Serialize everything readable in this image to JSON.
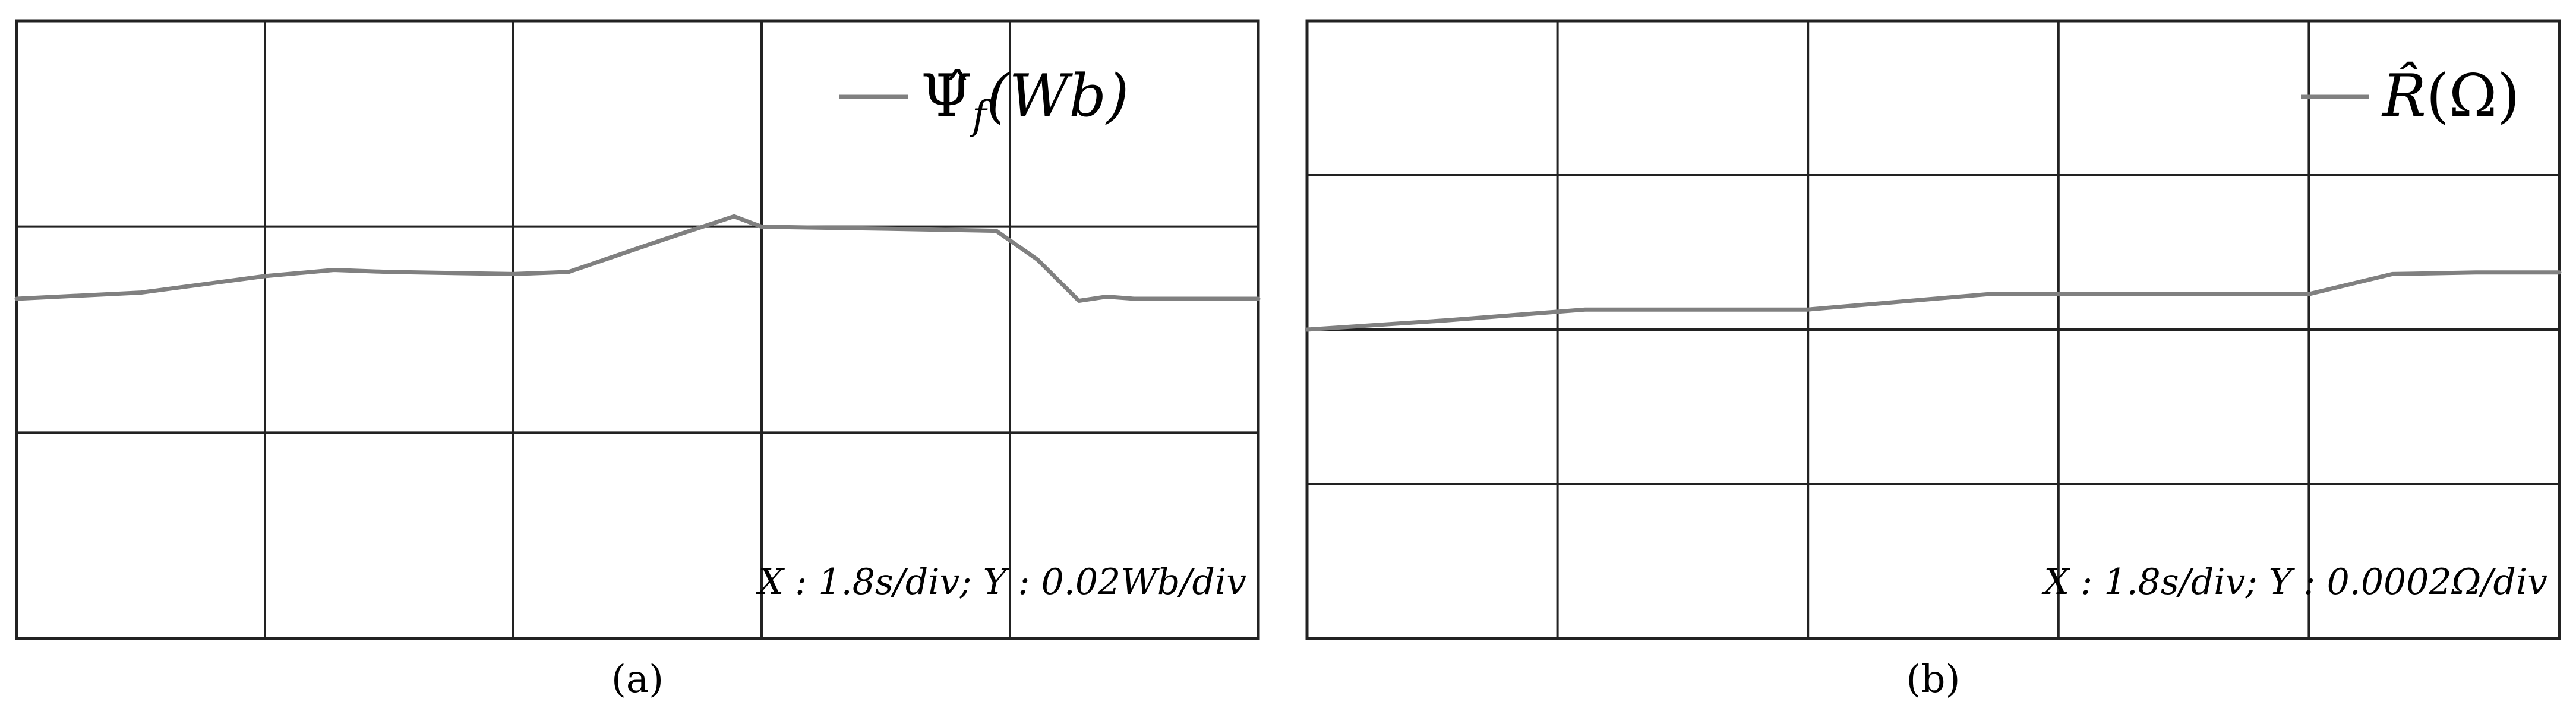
{
  "chart_data": [
    {
      "type": "line",
      "panel_label": "a",
      "legend": {
        "name": "Ψ̂f(Wb)",
        "symbol": "Ψ̂",
        "subscript": "f",
        "unit": "(Wb)",
        "position": "top-right"
      },
      "scale_annotation": "X : 1.8s/div; Y : 0.02Wb/div",
      "grid": true,
      "x_divisions": 5,
      "y_divisions": 3,
      "xlim": [
        0,
        9.0
      ],
      "ylim_div": [
        0,
        3
      ],
      "series": [
        {
          "x": [
            0,
            0.9,
            1.8,
            2.3,
            2.7,
            3.6,
            4.0,
            4.7,
            5.2,
            5.4,
            6.3,
            7.1,
            7.4,
            7.7,
            7.9,
            8.1,
            9.0
          ],
          "y_div": [
            1.65,
            1.68,
            1.76,
            1.79,
            1.78,
            1.77,
            1.78,
            1.94,
            2.05,
            2.0,
            1.99,
            1.98,
            1.84,
            1.64,
            1.66,
            1.65,
            1.65
          ]
        }
      ],
      "color": "#808080"
    },
    {
      "type": "line",
      "panel_label": "b",
      "legend": {
        "name": "R̂(Ω)",
        "symbol": "R̂",
        "unit": "(Ω)",
        "position": "top-right"
      },
      "scale_annotation": "X : 1.8s/div; Y : 0.0002Ω/div",
      "grid": true,
      "x_divisions": 5,
      "y_divisions": 4,
      "xlim": [
        0,
        9.0
      ],
      "ylim_div": [
        0,
        4
      ],
      "series": [
        {
          "x": [
            0,
            1.0,
            2.0,
            3.6,
            4.9,
            5.7,
            6.6,
            7.2,
            7.8,
            8.4,
            9.0
          ],
          "y_div": [
            2.0,
            2.06,
            2.13,
            2.13,
            2.23,
            2.23,
            2.23,
            2.23,
            2.36,
            2.37,
            2.37
          ]
        }
      ],
      "color": "#808080"
    }
  ],
  "captions": [
    "(a)",
    "(b)"
  ]
}
